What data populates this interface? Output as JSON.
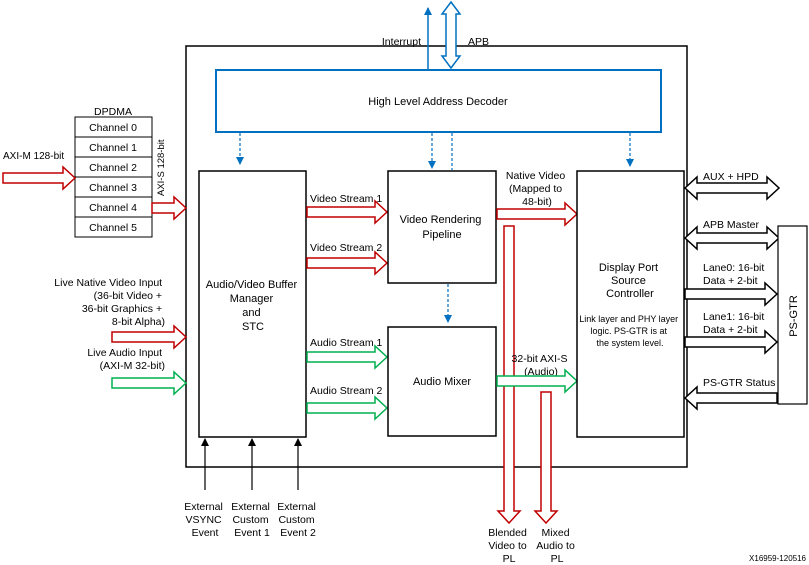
{
  "colors": {
    "line": "#000000",
    "red": "#c00000",
    "green": "#00b050",
    "blue": "#0070c0",
    "background": "#ffffff"
  },
  "top": {
    "interrupt": "Interrupt",
    "apb": "APB"
  },
  "decoder": {
    "label": "High Level Address Decoder"
  },
  "dpdma": {
    "title": "DPDMA",
    "channels": [
      "Channel 0",
      "Channel 1",
      "Channel 2",
      "Channel 3",
      "Channel 4",
      "Channel 5"
    ],
    "axi_m": "AXI-M 128-bit",
    "axi_s": "AXI-S 128-bit"
  },
  "inputs": {
    "live_video": [
      "Live Native Video Input",
      "(36-bit Video +",
      "36-bit Graphics +",
      "8-bit Alpha)"
    ],
    "live_audio": [
      "Live Audio Input",
      "(AXI-M 32-bit)"
    ]
  },
  "buffer_manager": {
    "lines": [
      "Audio/Video Buffer",
      "Manager",
      "and",
      "STC"
    ]
  },
  "streams": {
    "video1": "Video Stream 1",
    "video2": "Video Stream 2",
    "audio1": "Audio Stream 1",
    "audio2": "Audio Stream 2"
  },
  "vrp": {
    "lines": [
      "Video Rendering",
      "Pipeline"
    ]
  },
  "mixer": {
    "label": "Audio Mixer"
  },
  "native_video": [
    "Native Video",
    "(Mapped to",
    "48-bit)"
  ],
  "axis_audio": [
    "32-bit AXI-S",
    "(Audio)"
  ],
  "dp_controller": {
    "title": [
      "Display Port",
      "Source",
      "Controller"
    ],
    "note": [
      "Link layer and PHY layer",
      "logic. PS-GTR is at",
      "the system level."
    ]
  },
  "right": {
    "aux": "AUX + HPD",
    "apb_master": "APB Master",
    "lane0": [
      "Lane0: 16-bit",
      "Data + 2-bit"
    ],
    "lane1": [
      "Lane1: 16-bit",
      "Data + 2-bit"
    ],
    "status": "PS-GTR Status",
    "psgtr": "PS-GTR"
  },
  "events": {
    "vsync": [
      "External",
      "VSYNC",
      "Event"
    ],
    "custom1": [
      "External",
      "Custom",
      "Event 1"
    ],
    "custom2": [
      "External",
      "Custom",
      "Event 2"
    ]
  },
  "outputs": {
    "blended": [
      "Blended",
      "Video to",
      "PL"
    ],
    "mixed": [
      "Mixed",
      "Audio to",
      "PL"
    ]
  },
  "figure_id": "X16959-120516"
}
